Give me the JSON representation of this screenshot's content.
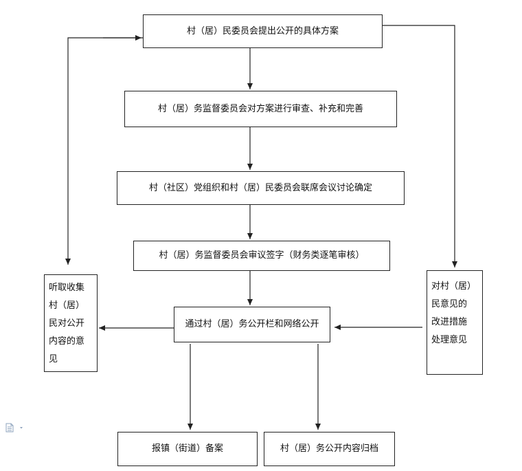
{
  "diagram": {
    "nodes": {
      "n1": "村（居）民委员会提出公开的具体方案",
      "n2": "村（居）务监督委员会对方案进行审查、补充和完善",
      "n3": "村（社区）党组织和村（居）民委员会联席会议讨论确定",
      "n4": "村（居）务监督委员会审议签字（财务类逐笔审核）",
      "n5": "通过村（居）务公开栏和网络公开",
      "left": [
        "听取收集",
        "村（居）",
        "民对公开",
        "内容的意",
        "见"
      ],
      "right": [
        "对村（居）",
        "民意见的",
        "改进措施",
        "处理意见"
      ],
      "b1": "报镇（街道）备案",
      "b2": "村（居）务公开内容归档"
    },
    "edges": [
      [
        "n1",
        "n2"
      ],
      [
        "n2",
        "n3"
      ],
      [
        "n3",
        "n4"
      ],
      [
        "n4",
        "n5"
      ],
      [
        "n5",
        "left"
      ],
      [
        "right",
        "n5"
      ],
      [
        "n5",
        "b1"
      ],
      [
        "n5",
        "b2"
      ],
      [
        "left",
        "n1"
      ],
      [
        "n1",
        "right"
      ]
    ]
  },
  "icons": {
    "doc": "document-icon"
  },
  "colors": {
    "line": "#222222",
    "icon": "#8ea3bd"
  }
}
